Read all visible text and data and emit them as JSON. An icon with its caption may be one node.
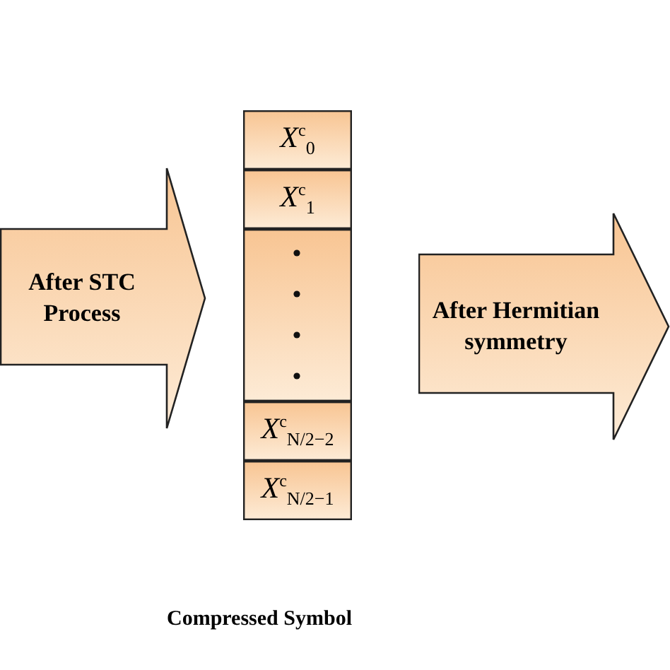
{
  "diagram": {
    "nodes": [
      {
        "text": [
          "After STC Process"
        ]
      },
      {
        "text": [
          "*X*$^{c}$$_{0}$"
        ]
      },
      {
        "text": [
          "*X*$^{c}$$_{1}$"
        ]
      },
      {
        "text": [],
        "shape": "box"
      },
      {
        "text": [
          "*X*$^{c}$$_{N/2−2}$"
        ]
      },
      {
        "text": [
          "*X*$^{c}$$_{N/2−1}$"
        ]
      },
      {
        "text": [
          "After Hermitian symmetry"
        ]
      }
    ],
    "labels": [
      "Compressed Symbol"
    ]
  }
}
